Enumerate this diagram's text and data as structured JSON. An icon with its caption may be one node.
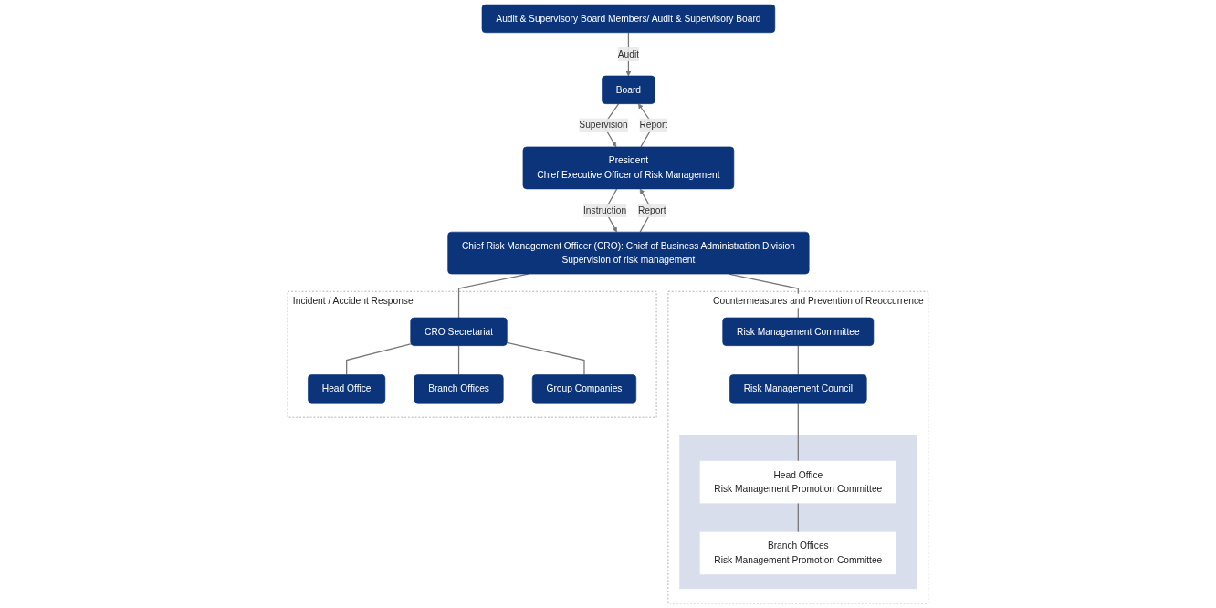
{
  "diagram": {
    "nodes": [
      {
        "text": [
          "Audit & Supervisory Board Members/ Audit & Supervisory Board"
        ]
      },
      {
        "text": [
          "Board"
        ]
      },
      {
        "text": [
          "President",
          "Chief Executive Officer of Risk Management"
        ]
      },
      {
        "text": [
          "Incident / Accident Response"
        ]
      },
      {
        "text": [
          "Countermeasures and Prevention of Reoccurrence"
        ]
      },
      {
        "text": [
          "Chief Risk Management Officer (CRO): Chief of Business Administration Division",
          "Supervision of risk management"
        ]
      },
      {
        "text": [
          "CRO Secretariat"
        ],
        "in": 3
      },
      {
        "text": [
          "Head Office"
        ],
        "in": 3
      },
      {
        "text": [
          "Branch Offices"
        ],
        "in": 3
      },
      {
        "text": [
          "Group Companies"
        ],
        "in": 3
      },
      {
        "text": [
          "Risk Management Committee"
        ],
        "in": 4
      },
      {
        "text": [
          "Risk Management Council"
        ],
        "in": 4
      },
      {
        "text": [],
        "shape": "box",
        "in": 4
      },
      {
        "text": [
          "Head Office",
          "Risk Management Promotion Committee"
        ],
        "in": 12
      },
      {
        "text": [
          "Branch Offices",
          "Risk Management Promotion Committee"
        ],
        "in": 12
      }
    ],
    "edges": [
      {
        "from": 0,
        "to": 1,
        "arrow": "to",
        "label": "Audit"
      },
      {
        "from": 2,
        "to": 1,
        "arrow": "to",
        "label": "Report"
      },
      {
        "from": 1,
        "to": 2,
        "arrow": "to",
        "label": "Supervision"
      },
      {
        "from": 5,
        "to": 2,
        "arrow": "to",
        "label": "Report"
      },
      {
        "from": 2,
        "to": 5,
        "arrow": "to",
        "label": "Instruction"
      },
      {
        "from": 5,
        "to": 6,
        "arrow": "none"
      },
      {
        "from": 6,
        "to": 7,
        "arrow": "none"
      },
      {
        "from": 6,
        "to": 8,
        "arrow": "none"
      },
      {
        "from": 6,
        "to": 9,
        "arrow": "none"
      },
      {
        "from": 5,
        "to": 10,
        "arrow": "none"
      },
      {
        "from": 10,
        "to": 11,
        "arrow": "none"
      },
      {
        "from": 11,
        "to": 13,
        "arrow": "none"
      },
      {
        "from": 13,
        "to": 14,
        "arrow": "none"
      }
    ]
  }
}
